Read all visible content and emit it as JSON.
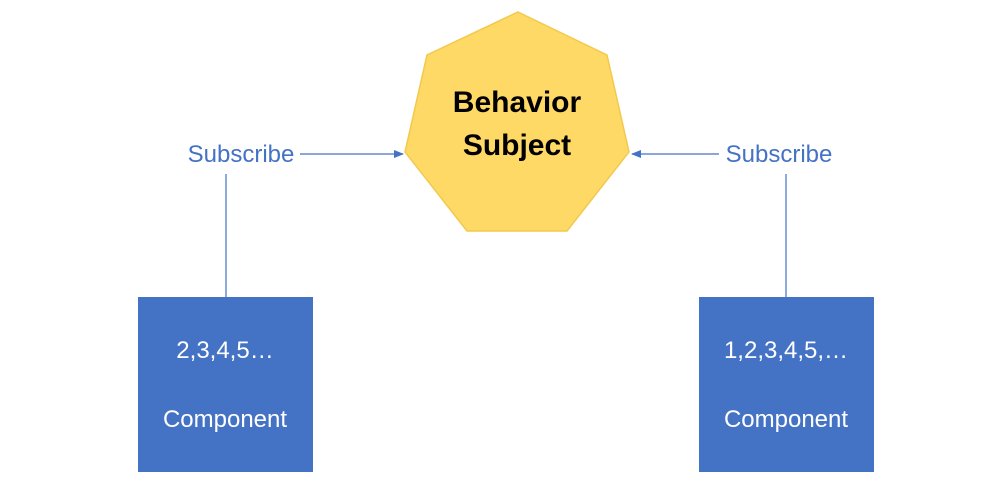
{
  "colors": {
    "hub_fill": "#ffd966",
    "hub_stroke": "#f2c94c",
    "box_fill": "#4472c4",
    "connector": "#4472c4",
    "label": "#4472c4",
    "box_text": "#ffffff"
  },
  "hub": {
    "shape": "heptagon",
    "line1": "Behavior",
    "line2": "Subject"
  },
  "left": {
    "subscribe_label": "Subscribe",
    "values": "2,3,4,5…",
    "component_label": "Component"
  },
  "right": {
    "subscribe_label": "Subscribe",
    "values": "1,2,3,4,5,…",
    "component_label": "Component"
  }
}
